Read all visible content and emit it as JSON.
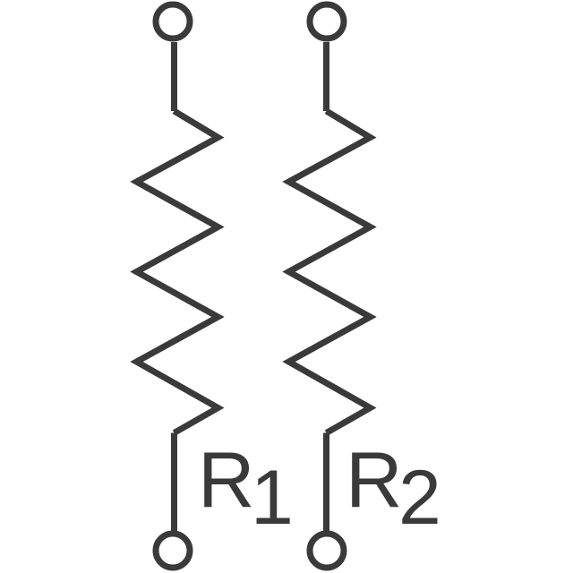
{
  "diagram": {
    "type": "schematic",
    "title": "",
    "stroke_color": "#3a3a3a",
    "background_color": "#ffffff",
    "components": [
      {
        "id": "R1",
        "kind": "resistor",
        "symbol": "zigzag",
        "label_main": "R",
        "label_sub": "1",
        "terminals": [
          "top",
          "bottom"
        ]
      },
      {
        "id": "R2",
        "kind": "resistor",
        "symbol": "zigzag",
        "label_main": "R",
        "label_sub": "2",
        "terminals": [
          "top",
          "bottom"
        ]
      }
    ]
  }
}
